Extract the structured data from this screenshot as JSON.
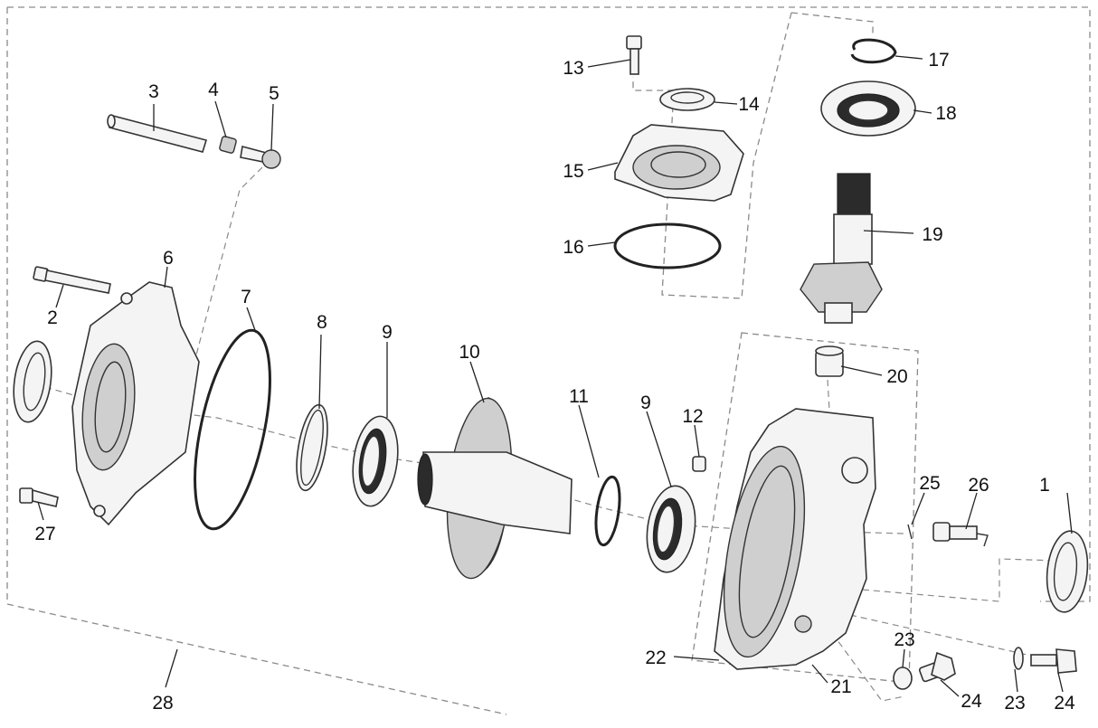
{
  "callouts": [
    {
      "id": "c1",
      "text": "1"
    },
    {
      "id": "c2",
      "text": "2"
    },
    {
      "id": "c3",
      "text": "3"
    },
    {
      "id": "c4",
      "text": "4"
    },
    {
      "id": "c5",
      "text": "5"
    },
    {
      "id": "c6",
      "text": "6"
    },
    {
      "id": "c7",
      "text": "7"
    },
    {
      "id": "c8",
      "text": "8"
    },
    {
      "id": "c9a",
      "text": "9"
    },
    {
      "id": "c9b",
      "text": "9"
    },
    {
      "id": "c10",
      "text": "10"
    },
    {
      "id": "c11",
      "text": "11"
    },
    {
      "id": "c12",
      "text": "12"
    },
    {
      "id": "c13",
      "text": "13"
    },
    {
      "id": "c14",
      "text": "14"
    },
    {
      "id": "c15",
      "text": "15"
    },
    {
      "id": "c16",
      "text": "16"
    },
    {
      "id": "c17",
      "text": "17"
    },
    {
      "id": "c18",
      "text": "18"
    },
    {
      "id": "c19",
      "text": "19"
    },
    {
      "id": "c20",
      "text": "20"
    },
    {
      "id": "c21",
      "text": "21"
    },
    {
      "id": "c22",
      "text": "22"
    },
    {
      "id": "c23a",
      "text": "23"
    },
    {
      "id": "c23b",
      "text": "23"
    },
    {
      "id": "c24a",
      "text": "24"
    },
    {
      "id": "c24b",
      "text": "24"
    },
    {
      "id": "c25",
      "text": "25"
    },
    {
      "id": "c26",
      "text": "26"
    },
    {
      "id": "c27",
      "text": "27"
    },
    {
      "id": "c28",
      "text": "28"
    }
  ]
}
